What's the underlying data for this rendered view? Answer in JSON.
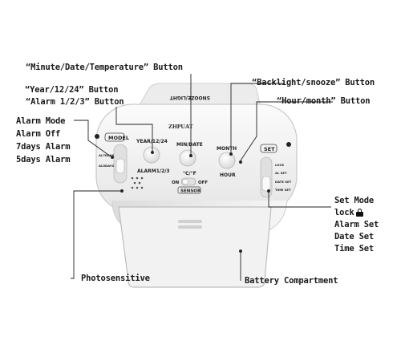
{
  "callouts": {
    "minute_date_temp": "“Minute/Date/Temperature” Button",
    "year_button": "“Year/12/24” Button",
    "alarm_button": "“Alarm 1/2/3” Button",
    "backlight_button": "“Backlight/snooze” Button",
    "hour_month_button": "“Hour/month” Button",
    "model_switch": [
      "Alarm Mode",
      "Alarm Off",
      "7days Alarm",
      "5days Alarm"
    ],
    "set_switch": [
      "Set Mode",
      "lock",
      "Alarm Set",
      "Date Set",
      "Time Set"
    ],
    "photosensitive": "Photosensitive",
    "battery": "Battery Compartment"
  },
  "device": {
    "brand": "ZHPUAT",
    "top_text": "SNOOZE/LIGHT",
    "model_label": "MODEL",
    "model_opts": [
      "AL7DAYS",
      "AL5DAYS"
    ],
    "btn_year": "YEAR/12/24",
    "btn_alarm": "ALARM1/2/3",
    "btn_mindate": "MIN/DATE",
    "temp_unit": "°C/°F",
    "on": "ON",
    "off": "OFF",
    "sensor": "SENSOR",
    "btn_month": "MONTH",
    "btn_hour": "HOUR",
    "set_label": "SET",
    "set_opts": [
      "LOCK",
      "AL SET",
      "DATE SET",
      "TIME SET"
    ]
  },
  "colors": {
    "body": "#f4f4f4",
    "line": "#222222"
  }
}
